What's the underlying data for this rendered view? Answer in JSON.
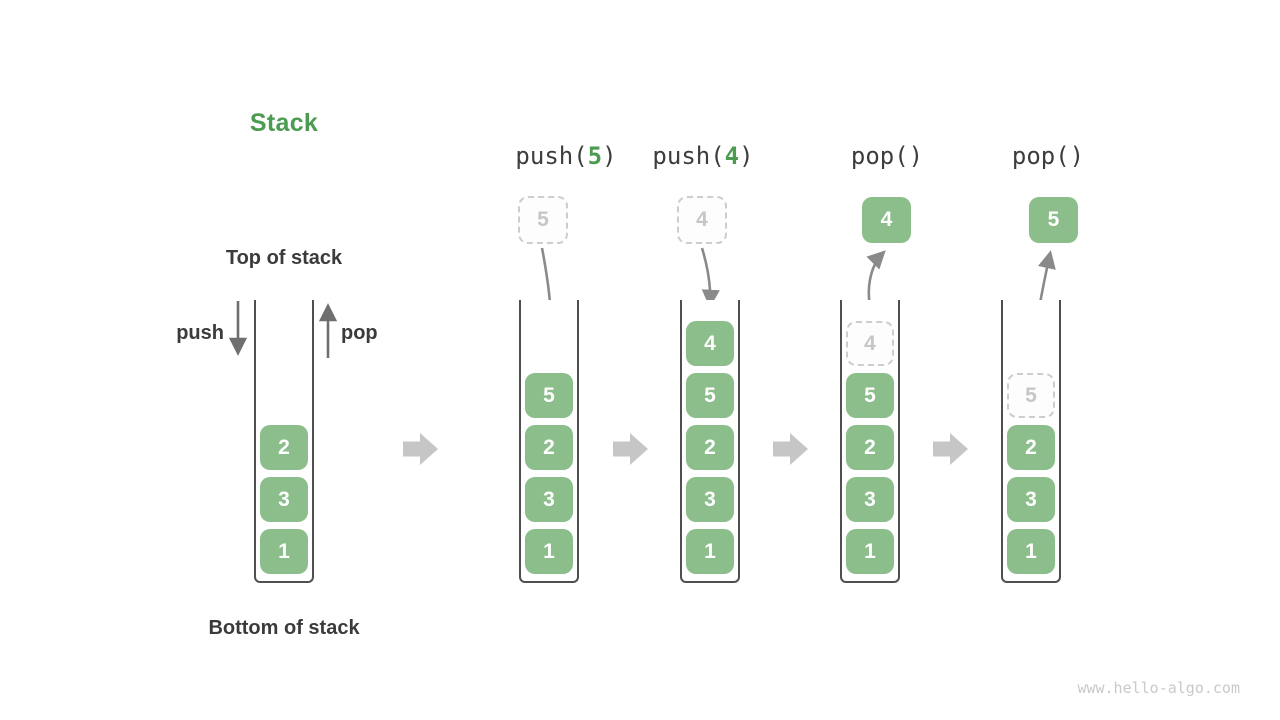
{
  "title": {
    "text": "Stack"
  },
  "labels": {
    "top_of_stack": "Top of stack",
    "bottom_of_stack": "Bottom of stack",
    "push": "push",
    "pop": "pop"
  },
  "watermark": "www.hello-algo.com",
  "colors": {
    "title_green": "#4b9b50",
    "element_green": "#8cbe8c",
    "element_text": "#ffffff",
    "dark_text": "#3b3b3b",
    "ghost_border": "#cdcdcd",
    "ghost_text": "#c6c6c6",
    "flow_arrow_gray": "#c6c6c6",
    "curve_arrow_gray": "#8a8a8a"
  },
  "columns": [
    {
      "name": "initial",
      "cells": [
        {
          "v": "2"
        },
        {
          "v": "3"
        },
        {
          "v": "1"
        }
      ]
    },
    {
      "name": "after-push-5",
      "op_prefix": "push(",
      "op_arg": "5",
      "op_suffix": ")",
      "floating": "5",
      "cells": [
        {
          "v": "5"
        },
        {
          "v": "2"
        },
        {
          "v": "3"
        },
        {
          "v": "1"
        }
      ]
    },
    {
      "name": "after-push-4",
      "op_prefix": "push(",
      "op_arg": "4",
      "op_suffix": ")",
      "floating": "4",
      "cells": [
        {
          "v": "4"
        },
        {
          "v": "5"
        },
        {
          "v": "2"
        },
        {
          "v": "3"
        },
        {
          "v": "1"
        }
      ]
    },
    {
      "name": "after-pop-4",
      "op_prefix": "pop()",
      "floating": "4",
      "cells": [
        {
          "v": "4",
          "ghost": true
        },
        {
          "v": "5"
        },
        {
          "v": "2"
        },
        {
          "v": "3"
        },
        {
          "v": "1"
        }
      ]
    },
    {
      "name": "after-pop-5",
      "op_prefix": "pop()",
      "floating": "5",
      "cells": [
        {
          "v": "5",
          "ghost": true
        },
        {
          "v": "2"
        },
        {
          "v": "3"
        },
        {
          "v": "1"
        }
      ]
    }
  ]
}
